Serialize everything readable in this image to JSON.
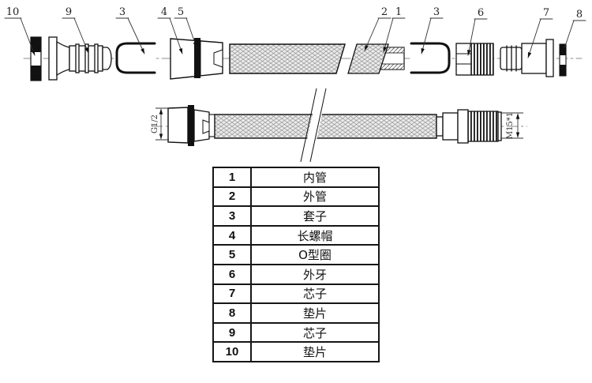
{
  "drawing": {
    "callouts": [
      "10",
      "9",
      "3",
      "4",
      "5",
      "2",
      "1",
      "3",
      "6",
      "7",
      "8"
    ],
    "dimensions": {
      "left_thread": "G1/2",
      "right_thread": "M15*1"
    }
  },
  "parts_table": {
    "rows": [
      {
        "no": "1",
        "name": "内管"
      },
      {
        "no": "2",
        "name": "外管"
      },
      {
        "no": "3",
        "name": "套子"
      },
      {
        "no": "4",
        "name": "长螺帽"
      },
      {
        "no": "5",
        "name": "O型圈"
      },
      {
        "no": "6",
        "name": "外牙"
      },
      {
        "no": "7",
        "name": "芯子"
      },
      {
        "no": "8",
        "name": "垫片"
      },
      {
        "no": "9",
        "name": "芯子"
      },
      {
        "no": "10",
        "name": "垫片"
      }
    ]
  }
}
